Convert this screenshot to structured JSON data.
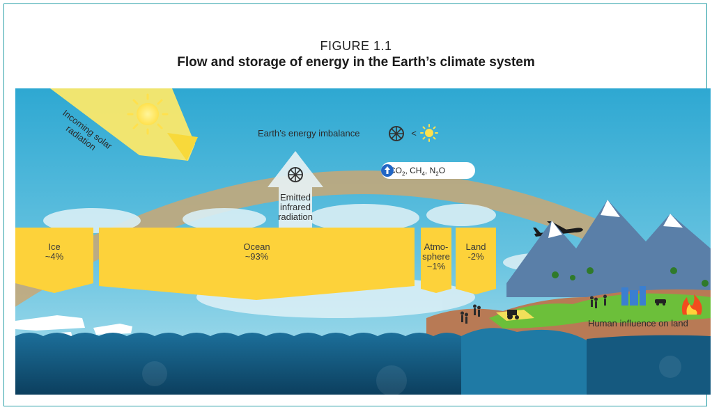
{
  "figure": {
    "number": "FIGURE 1.1",
    "title": "Flow and storage of energy in the Earth’s climate system"
  },
  "diagram": {
    "incoming_label": "Incoming solar radiation",
    "imbalance_label": "Earth’s energy imbalance",
    "imbalance_symbol": "<",
    "emitted_label_1": "Emitted",
    "emitted_label_2": "infrared",
    "emitted_label_3": "radiation",
    "gases": {
      "co2": "CO",
      "ch4": ", CH",
      "n2o": ", N",
      "o": "O",
      "sub2": "2",
      "sub4": "4",
      "sub2b": "2",
      "arrow": "up-arrow-icon"
    },
    "human_influence": "Human influence on land",
    "stores": [
      {
        "name": "Ice",
        "share": "~4%"
      },
      {
        "name": "Ocean",
        "share": "~93%"
      },
      {
        "name_1": "Atmo-",
        "name_2": "sphere",
        "share": "~1%"
      },
      {
        "name": "Land",
        "share": "-2%"
      }
    ]
  },
  "colors": {
    "frame": "#2aa0a8",
    "sky_top": "#2ea8d2",
    "sky_bottom": "#8fd3e6",
    "arc": "#c9a774",
    "store_yellow": "#fdd23a",
    "ocean_top": "#1c6f9a",
    "ocean_bottom": "#0c3f5e",
    "land": "#b87a55",
    "grass": "#6cbf3a"
  }
}
